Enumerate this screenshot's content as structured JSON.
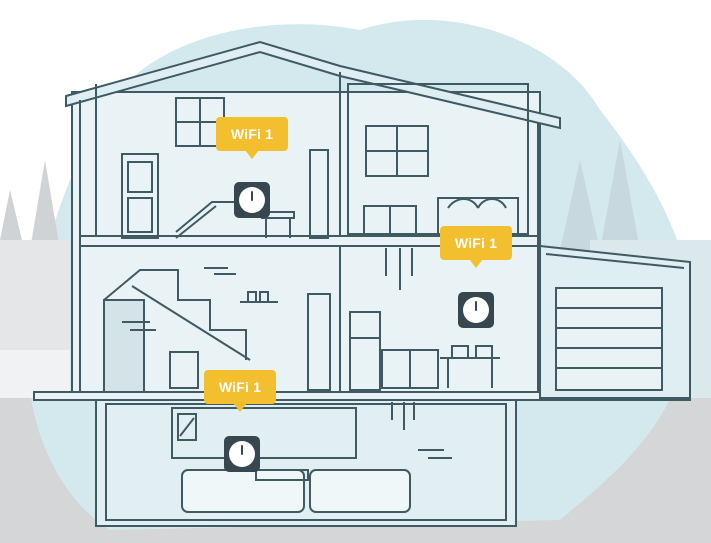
{
  "scene": {
    "name": "home-wifi-mesh-coverage",
    "colors": {
      "background_blob": "#d3e9ee",
      "ground": "#d4d6d8",
      "outline": "#3f5a63",
      "label": "#f3bf2f",
      "router": "#37474f"
    }
  },
  "nodes": [
    {
      "label": "WiFi 1",
      "room": "upper-left-bedroom"
    },
    {
      "label": "WiFi 1",
      "room": "middle-kitchen"
    },
    {
      "label": "WiFi 1",
      "room": "basement-living"
    }
  ]
}
